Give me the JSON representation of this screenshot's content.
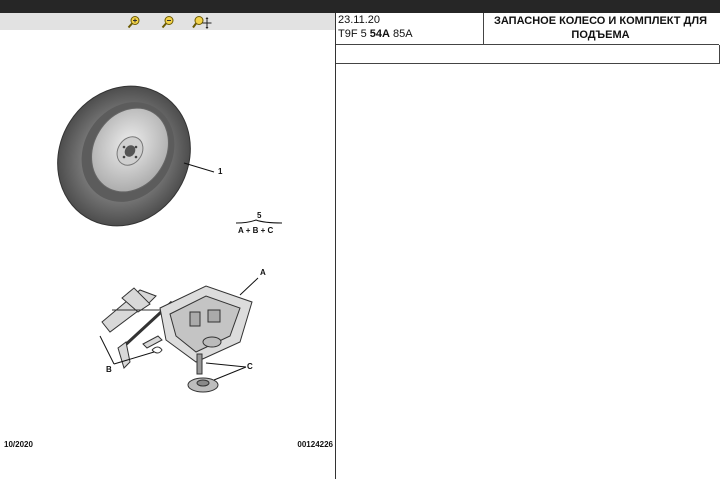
{
  "toolbar": {
    "buttons": [
      {
        "name": "zoom-in-icon"
      },
      {
        "name": "zoom-out-icon"
      },
      {
        "name": "zoom-pan-icon"
      }
    ]
  },
  "drawing": {
    "callouts": {
      "wheel": "1",
      "kit_number": "5",
      "kit_formula": "A + B + C",
      "a": "A",
      "b": "B",
      "c": "C"
    },
    "footer_date": "10/2020",
    "footer_code": "00124226"
  },
  "header": {
    "date": "23.11.20",
    "code_prefix": "T9F 5 ",
    "code_bold": "54A",
    "code_suffix": " 85A",
    "title": "ЗАПАСНОЕ КОЛЕСО И КОМПЛЕКТ ДЛЯ ПОДЪЕМА"
  }
}
